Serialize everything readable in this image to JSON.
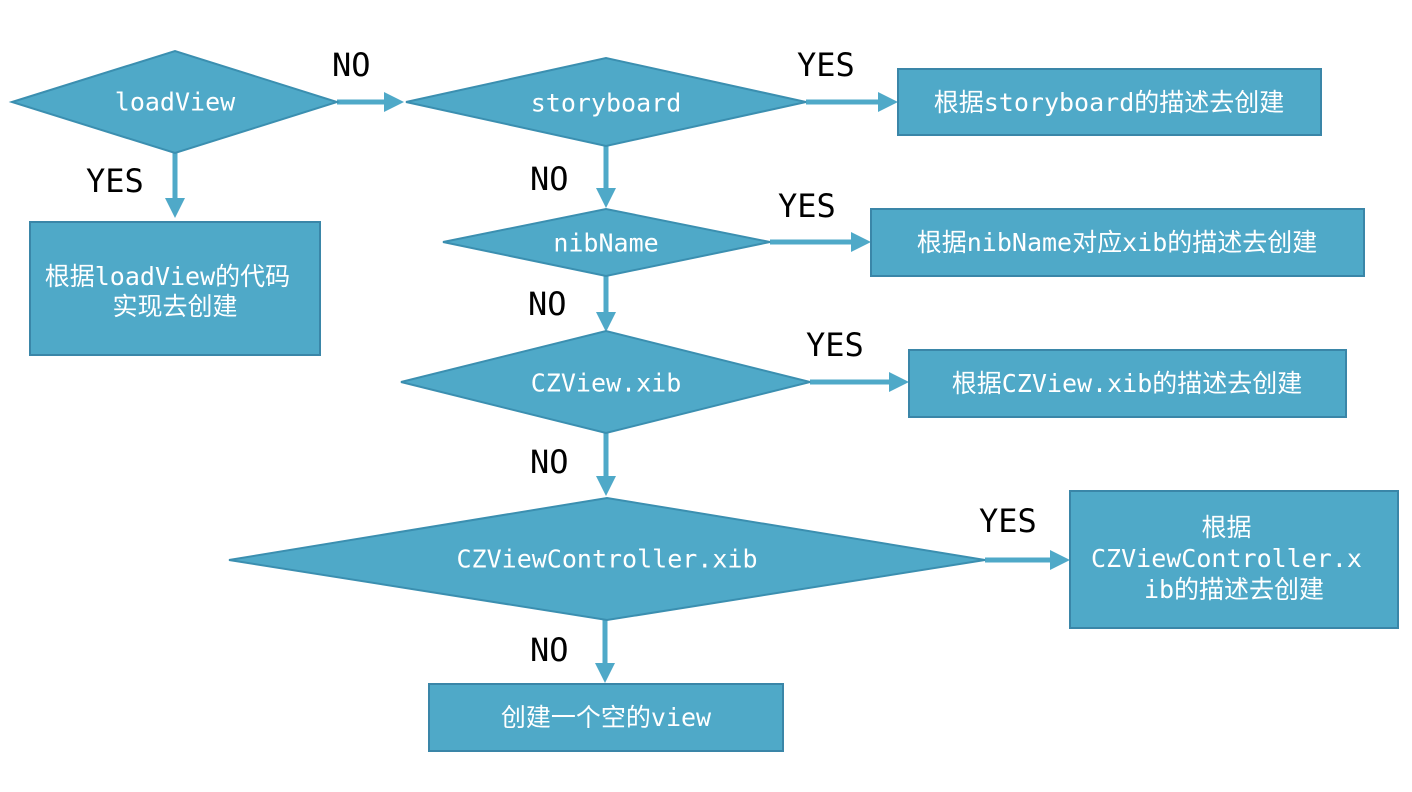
{
  "nodes": {
    "loadview": {
      "label": "loadView"
    },
    "storyboard": {
      "label": "storyboard"
    },
    "nibname": {
      "label": "nibName"
    },
    "czview_xib": {
      "label": "CZView.xib"
    },
    "czviewcontroller_xib": {
      "label": "CZViewController.xib"
    },
    "loadview_box": {
      "lines": [
        "根据loadView的代码",
        "实现去创建"
      ]
    },
    "storyboard_box": {
      "lines": [
        "根据storyboard的描述去创建"
      ]
    },
    "nibname_box": {
      "lines": [
        "根据nibName对应xib的描述去创建"
      ]
    },
    "czview_box": {
      "lines": [
        "根据CZView.xib的描述去创建"
      ]
    },
    "czviewcontroller_box": {
      "lines": [
        "根据",
        "CZViewController.x",
        "ib的描述去创建"
      ]
    },
    "empty_view_box": {
      "lines": [
        "创建一个空的view"
      ]
    }
  },
  "edges": {
    "loadview_yes": "YES",
    "loadview_no": "NO",
    "storyboard_yes": "YES",
    "storyboard_no": "NO",
    "nibname_yes": "YES",
    "nibname_no": "NO",
    "czview_yes": "YES",
    "czview_no": "NO",
    "czviewcontroller_yes": "YES",
    "czviewcontroller_no": "NO"
  },
  "colors": {
    "node_fill": "#4fa9c8",
    "node_stroke": "#3b8fb0",
    "edge": "#4fa9c8",
    "node_text": "#ffffff",
    "label_text": "#000000"
  }
}
